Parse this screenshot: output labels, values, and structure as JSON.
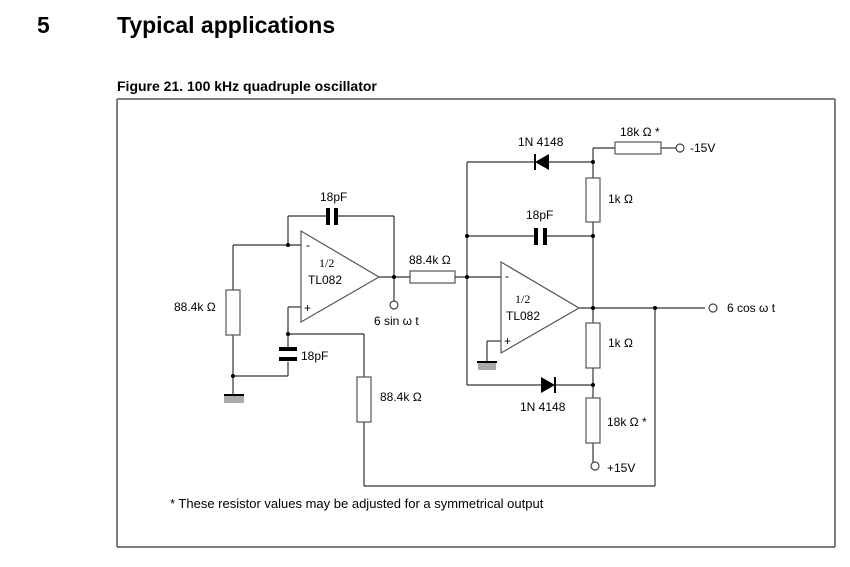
{
  "section": {
    "number": "5",
    "title": "Typical applications"
  },
  "figure": {
    "caption": "Figure 21.   100 kHz quadruple oscillator",
    "footnote": "* These resistor values may be adjusted for a symmetrical output"
  },
  "components": {
    "opamp1": {
      "line1": "1/2",
      "line2": "TL082",
      "minus": "-",
      "plus": "+"
    },
    "opamp2": {
      "line1": "1/2",
      "line2": "TL082",
      "minus": "-",
      "plus": "+"
    },
    "c_feedback1": "18pF",
    "c_ground1": "18pF",
    "c_feedback2": "18pF",
    "r_ground1": "88.4k Ω",
    "r_series": "88.4k Ω",
    "r_loop": "88.4k Ω",
    "d_top": "1N 4148",
    "d_bottom": "1N 4148",
    "r_top_1k": "1k Ω",
    "r_bottom_1k": "1k Ω",
    "r_top_18k": "18k Ω *",
    "r_bottom_18k": "18k Ω *"
  },
  "terminals": {
    "sin_out": "6 sin ω t",
    "cos_out": "6 cos ω t",
    "neg_supply": "-15V",
    "pos_supply": "+15V"
  }
}
